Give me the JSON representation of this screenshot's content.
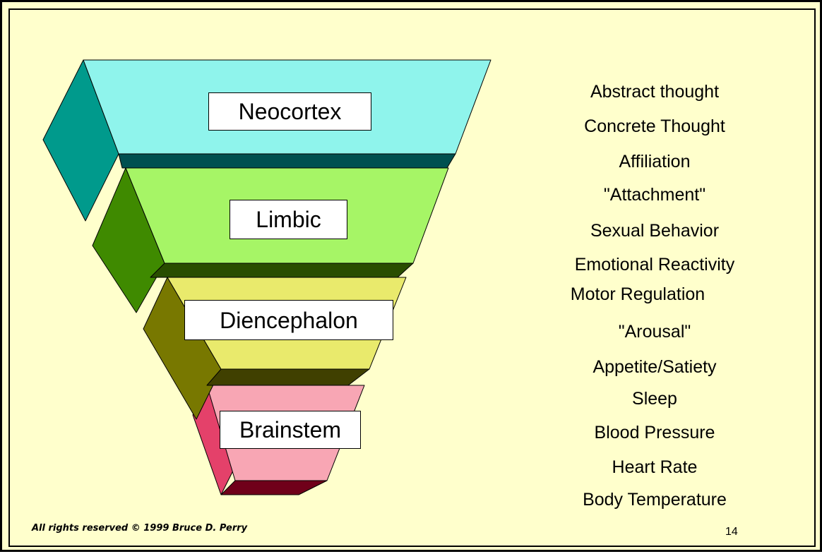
{
  "layers": [
    {
      "name": "Neocortex",
      "colors": {
        "top": "#8ff4ec",
        "side": "#009a8c",
        "bottom": "#005050"
      }
    },
    {
      "name": "Limbic",
      "colors": {
        "top": "#a6f566",
        "side": "#3f8a00",
        "bottom": "#294d00"
      }
    },
    {
      "name": "Diencephalon",
      "colors": {
        "top": "#e9ea6c",
        "side": "#787800",
        "bottom": "#404000"
      }
    },
    {
      "name": "Brainstem",
      "colors": {
        "top": "#f8a6b4",
        "side": "#e4416a",
        "bottom": "#70001a"
      }
    }
  ],
  "functions": [
    "Abstract thought",
    "Concrete Thought",
    "Affiliation",
    "\"Attachment\"",
    "Sexual Behavior",
    "Emotional Reactivity",
    "Motor Regulation",
    "\"Arousal\"",
    "Appetite/Satiety",
    "Sleep",
    "Blood Pressure",
    "Heart Rate",
    "Body Temperature"
  ],
  "footer": {
    "copyright": "All rights reserved © 1999 Bruce D. Perry",
    "page_number": "14"
  },
  "colors": {
    "background": "#ffffcc",
    "border": "#000000"
  }
}
